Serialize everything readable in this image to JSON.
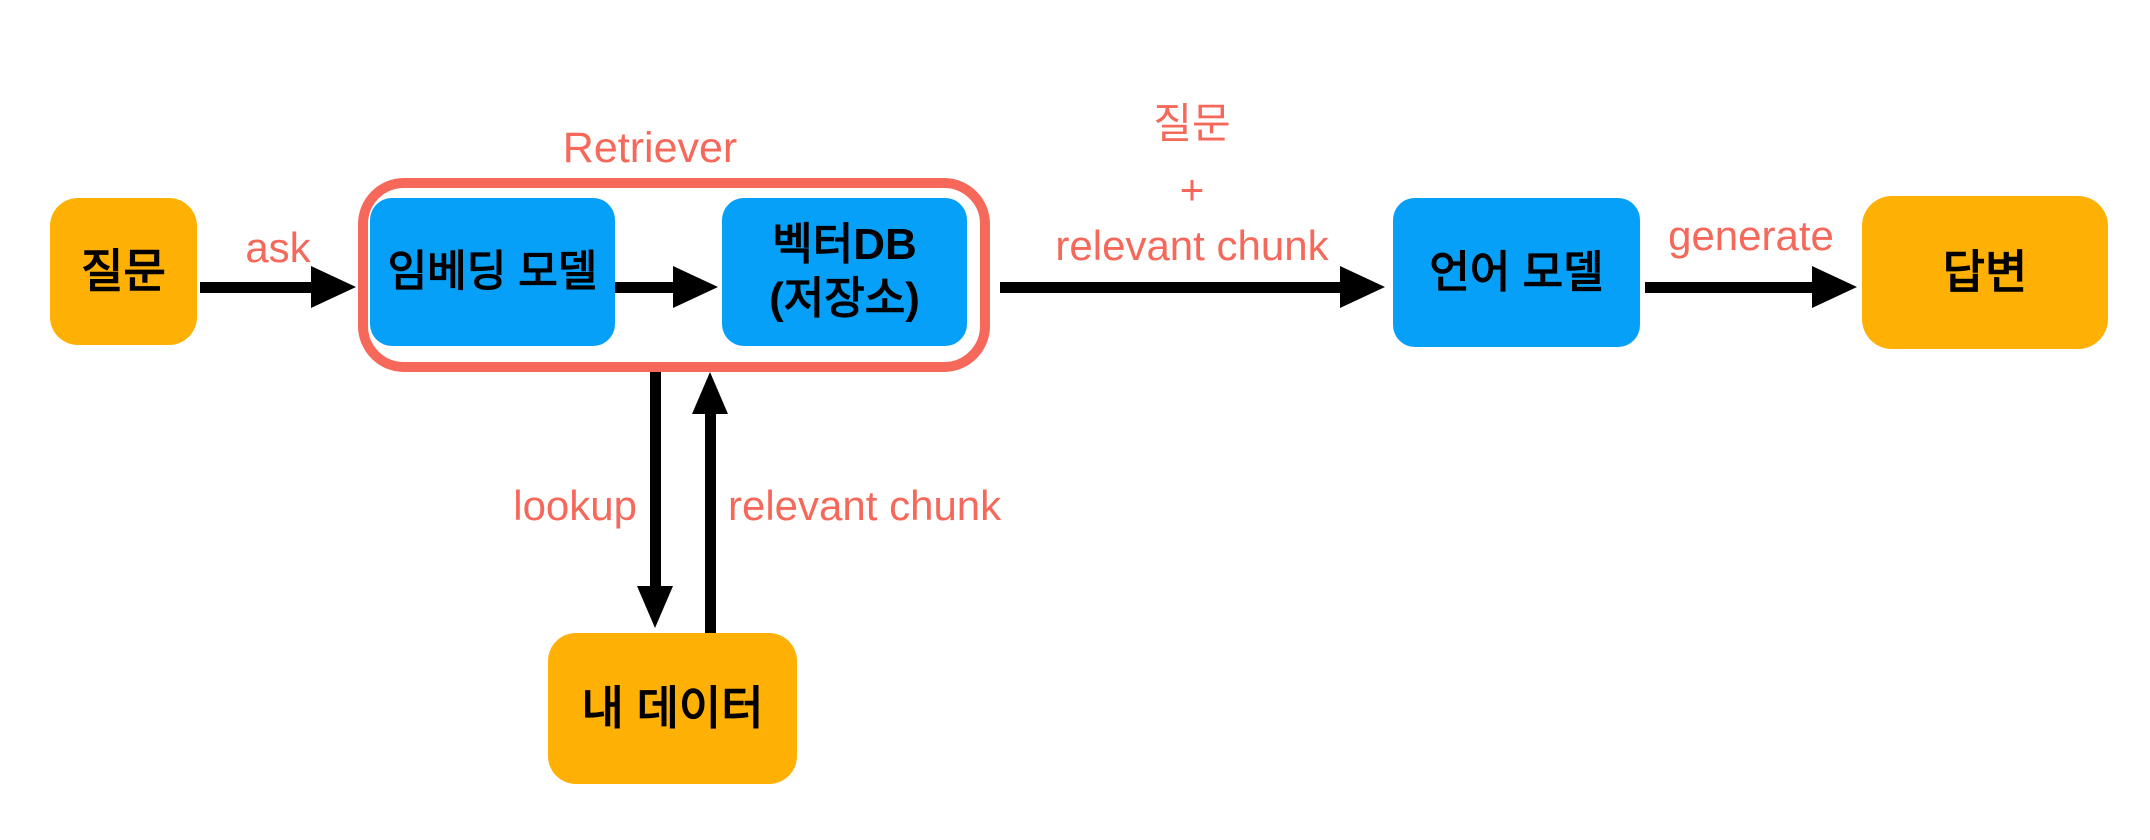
{
  "diagram": {
    "background": "#ffffff",
    "colors": {
      "node_orange": "#FFB005",
      "node_blue": "#06A0F9",
      "accent_salmon": "#F5685A",
      "arrow_black": "#000000"
    },
    "group": {
      "title": "Retriever"
    },
    "nodes": {
      "question": {
        "label": "질문"
      },
      "embedding_model": {
        "label": "임베딩 모델"
      },
      "vector_db": {
        "line1": "벡터DB",
        "line2": "(저장소)"
      },
      "language_model": {
        "label": "언어 모델"
      },
      "answer": {
        "label": "답변"
      },
      "my_data": {
        "label": "내 데이터"
      }
    },
    "labels": {
      "ask": "ask",
      "query": "질문",
      "plus": "+",
      "relevant_chunk": "relevant chunk",
      "generate": "generate",
      "lookup": "lookup",
      "relevant_chunk_up": "relevant chunk"
    }
  }
}
